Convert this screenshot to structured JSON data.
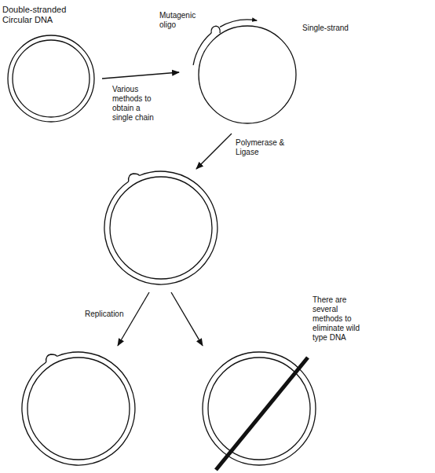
{
  "diagram": {
    "labels": [
      "Double-stranded Circular DNA",
      "Mutagenic oligo",
      "Single-strand",
      "Various methods to obtain a single chain",
      "Polymerase & Ligase",
      "Replication",
      "There are several methods to eliminate wild type DNA"
    ]
  }
}
